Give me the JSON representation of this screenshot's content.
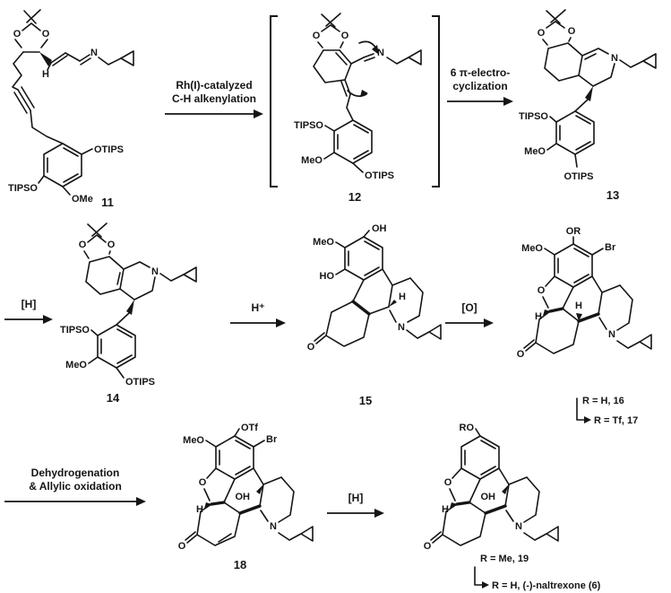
{
  "figure": {
    "background": "#ffffff",
    "ink": "#151515"
  },
  "arrows": {
    "alkenylation": {
      "line1": "Rh(I)-catalyzed",
      "line2": "C-H alkenylation"
    },
    "electrocyclization": {
      "line1": "6 π-electro-",
      "line2": "cyclization"
    },
    "reduction1": {
      "line1": "[H]"
    },
    "acid": {
      "line1": "H⁺"
    },
    "oxidation": {
      "line1": "[O]"
    },
    "dehydrogenation": {
      "line1": "Dehydrogenation",
      "line2": "& Allylic oxidation"
    },
    "reduction2": {
      "line1": "[H]"
    }
  },
  "compounds": {
    "c11": {
      "number": "11",
      "o1": "O",
      "o2": "O",
      "h": "H",
      "n": "N",
      "otips": "OTIPS",
      "ome": "OMe",
      "tipso": "TIPSO"
    },
    "c12": {
      "number": "12",
      "o1": "O",
      "o2": "O",
      "n": "N",
      "tipso": "TIPSO",
      "meo": "MeO",
      "otips": "OTIPS"
    },
    "c13": {
      "number": "13",
      "o1": "O",
      "o2": "O",
      "n": "N",
      "tipso": "TIPSO",
      "meo": "MeO",
      "otips": "OTIPS"
    },
    "c14": {
      "number": "14",
      "o1": "O",
      "o2": "O",
      "n": "N",
      "tipso": "TIPSO",
      "meo": "MeO",
      "otips": "OTIPS"
    },
    "c15": {
      "number": "15",
      "oh": "OH",
      "meo": "MeO",
      "ho": "HO",
      "h": "H",
      "n": "N",
      "ketone": "O"
    },
    "c16_17": {
      "or_label": "OR",
      "br": "Br",
      "meo": "MeO",
      "furan_o": "O",
      "h1": "H",
      "h2": "H",
      "n": "N",
      "ketone": "O",
      "variant1": "R = H, 16",
      "variant2": "R = Tf, 17"
    },
    "c18": {
      "number": "18",
      "otf": "OTf",
      "br": "Br",
      "meo": "MeO",
      "furan_o": "O",
      "oh": "OH",
      "h": "H",
      "n": "N",
      "ketone": "O"
    },
    "c19": {
      "ro": "RO",
      "furan_o": "O",
      "oh": "OH",
      "h": "H",
      "n": "N",
      "ketone": "O",
      "variant1": "R = Me, 19",
      "variant2": "R = H, (-)-naltrexone (6)"
    }
  }
}
